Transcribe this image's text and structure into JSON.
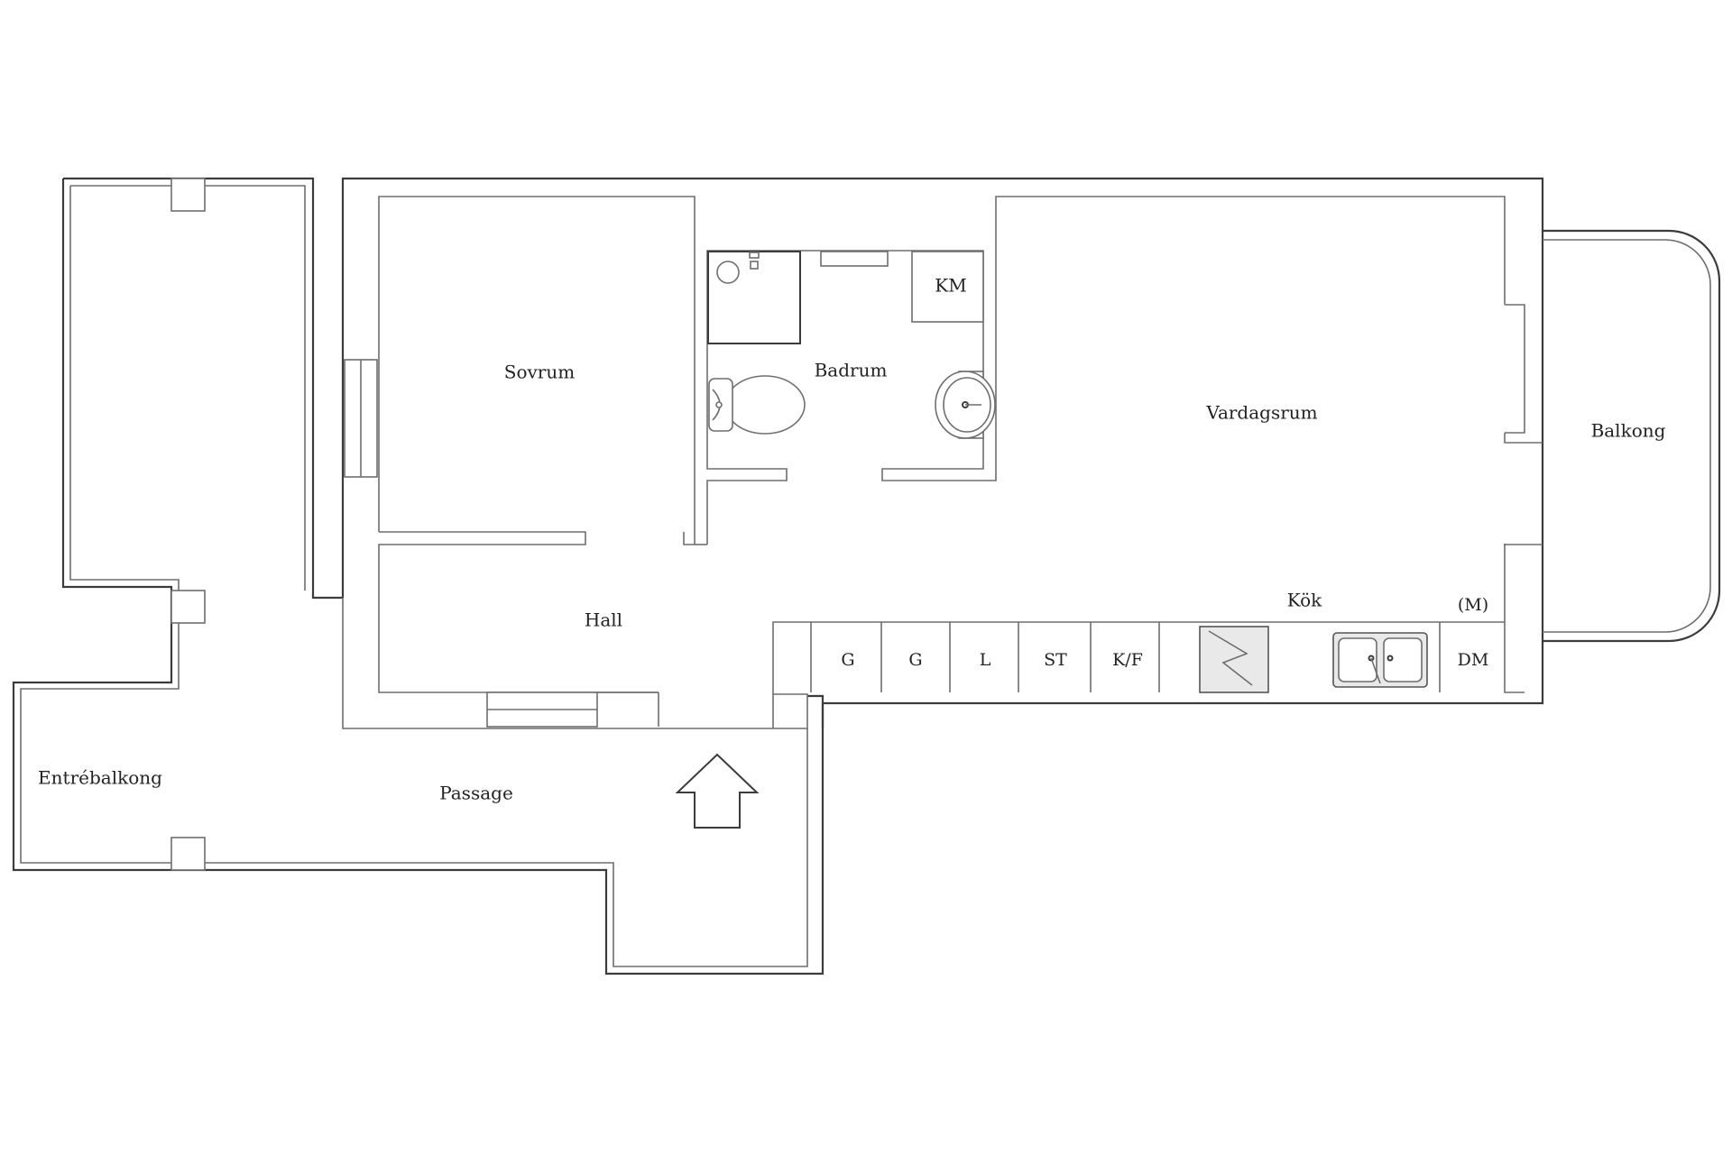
{
  "floor_plan": {
    "rooms": {
      "sovrum": "Sovrum",
      "badrum": "Badrum",
      "km": "KM",
      "vardagsrum": "Vardagsrum",
      "balkong": "Balkong",
      "hall": "Hall",
      "kok": "Kök",
      "m": "(M)",
      "entrebalkong": "Entrébalkong",
      "passage": "Passage"
    },
    "kitchen_units": [
      "G",
      "G",
      "L",
      "ST",
      "K/F",
      "DM"
    ],
    "icons": [
      "shower-icon",
      "toilet-icon",
      "washbasin-icon",
      "stove-icon",
      "sink-icon",
      "entrance-arrow-icon"
    ],
    "colors": {
      "wall": "#3c3c3c",
      "line": "#6e6e6e",
      "background": "#ffffff"
    }
  }
}
